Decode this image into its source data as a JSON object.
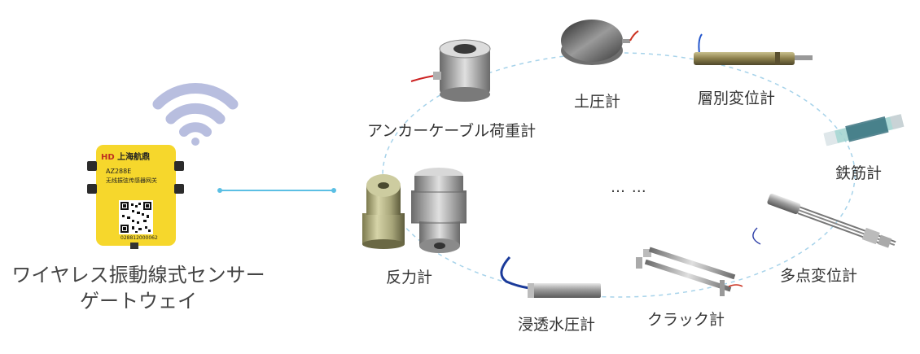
{
  "gateway": {
    "title_line1": "ワイヤレス振動線式センサー",
    "title_line2": "ゲートウェイ",
    "device_brand": "上海航鼎",
    "device_logo_mark": "HD",
    "device_model": "AZ288E",
    "device_subtitle": "无线振弦传感器网关",
    "device_serial": "028812000062",
    "colors": {
      "body": "#f6d72c",
      "wifi": "#b8bedf"
    }
  },
  "link_color": "#5bbfe4",
  "ring_color": "#a7d3ea",
  "sensors": [
    {
      "id": "anchor",
      "label": "アンカーケーブル荷重計"
    },
    {
      "id": "earth",
      "label": "土圧計"
    },
    {
      "id": "layer",
      "label": "層別変位計"
    },
    {
      "id": "rebar",
      "label": "鉄筋計"
    },
    {
      "id": "multipoint",
      "label": "多点変位計"
    },
    {
      "id": "crack",
      "label": "クラック計"
    },
    {
      "id": "seepage",
      "label": "浸透水圧計"
    },
    {
      "id": "reaction",
      "label": "反力計"
    }
  ],
  "more_label": "… …"
}
